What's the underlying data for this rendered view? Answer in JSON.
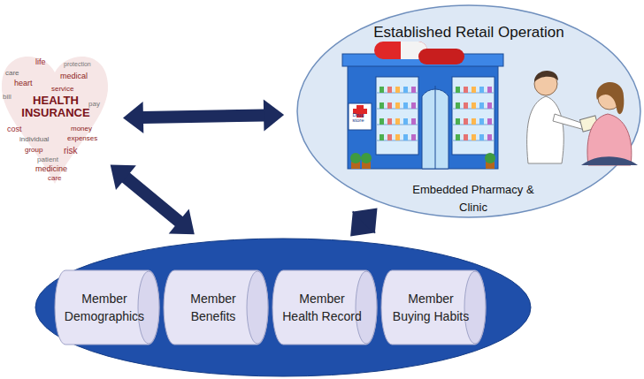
{
  "diagram": {
    "nodes": [
      {
        "text": [
          "life",
          "medical",
          "heart",
          "care",
          "service",
          "HEALTH INSURANCE",
          "bill",
          "money",
          "expenses",
          "cost",
          "individual",
          "protection",
          "group",
          "risk",
          "patient",
          "medicine",
          "care",
          "pay"
        ]
      },
      {
        "text": [
          "Established Retail Operation",
          "Embedded Pharmacy & Clinic"
        ]
      },
      {
        "text": []
      },
      {
        "text": [
          "Member Demographics"
        ],
        "in": 2
      },
      {
        "text": [
          "Member Benefits"
        ],
        "in": 2
      },
      {
        "text": [
          "Member Health Record"
        ],
        "in": 2
      },
      {
        "text": [
          "Member Buying Habits"
        ],
        "in": 2
      }
    ],
    "edges": [
      {
        "from": 0,
        "to": 1,
        "arrow": "both"
      },
      {
        "from": 0,
        "to": 2,
        "arrow": "both"
      },
      {
        "from": 1,
        "to": 2,
        "arrow": "both"
      }
    ],
    "labels": [
      "Drug store"
    ]
  }
}
